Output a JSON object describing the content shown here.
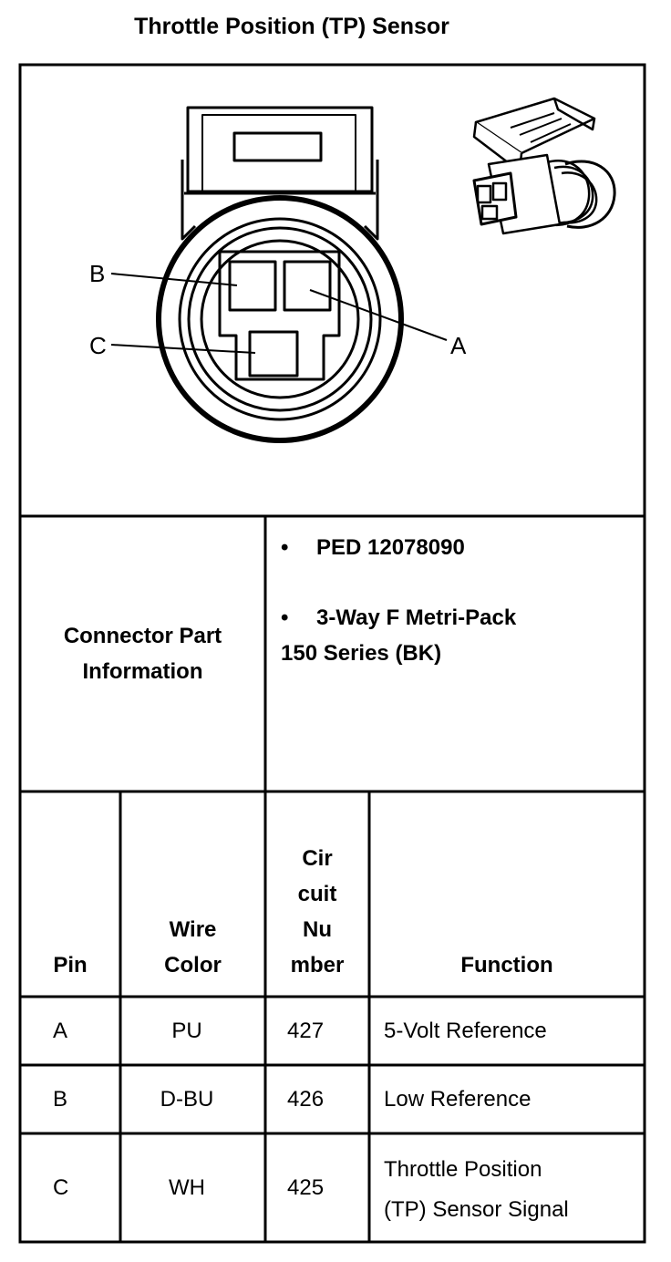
{
  "title": "Throttle Position (TP) Sensor",
  "diagram": {
    "pin_labels": [
      "A",
      "B",
      "C"
    ]
  },
  "connector_info": {
    "label_line1": "Connector Part",
    "label_line2": "Information",
    "bullet": "•",
    "item1": "PED 12078090",
    "item2_line1": "3-Way F Metri-Pack",
    "item2_line2": "150 Series (BK)"
  },
  "pin_table": {
    "headers": {
      "pin": "Pin",
      "wire_color_line1": "Wire",
      "wire_color_line2": "Color",
      "circuit_line1": "Cir",
      "circuit_line2": "cuit",
      "circuit_line3": "Nu",
      "circuit_line4": "mber",
      "function": "Function"
    },
    "rows": [
      {
        "pin": "A",
        "wire_color": "PU",
        "circuit": "427",
        "function_line1": "5-Volt Reference",
        "function_line2": ""
      },
      {
        "pin": "B",
        "wire_color": "D-BU",
        "circuit": "426",
        "function_line1": "Low Reference",
        "function_line2": ""
      },
      {
        "pin": "C",
        "wire_color": "WH",
        "circuit": "425",
        "function_line1": "Throttle Position",
        "function_line2": "(TP) Sensor Signal"
      }
    ]
  },
  "colors": {
    "ink": "#000000",
    "paper": "#ffffff"
  }
}
